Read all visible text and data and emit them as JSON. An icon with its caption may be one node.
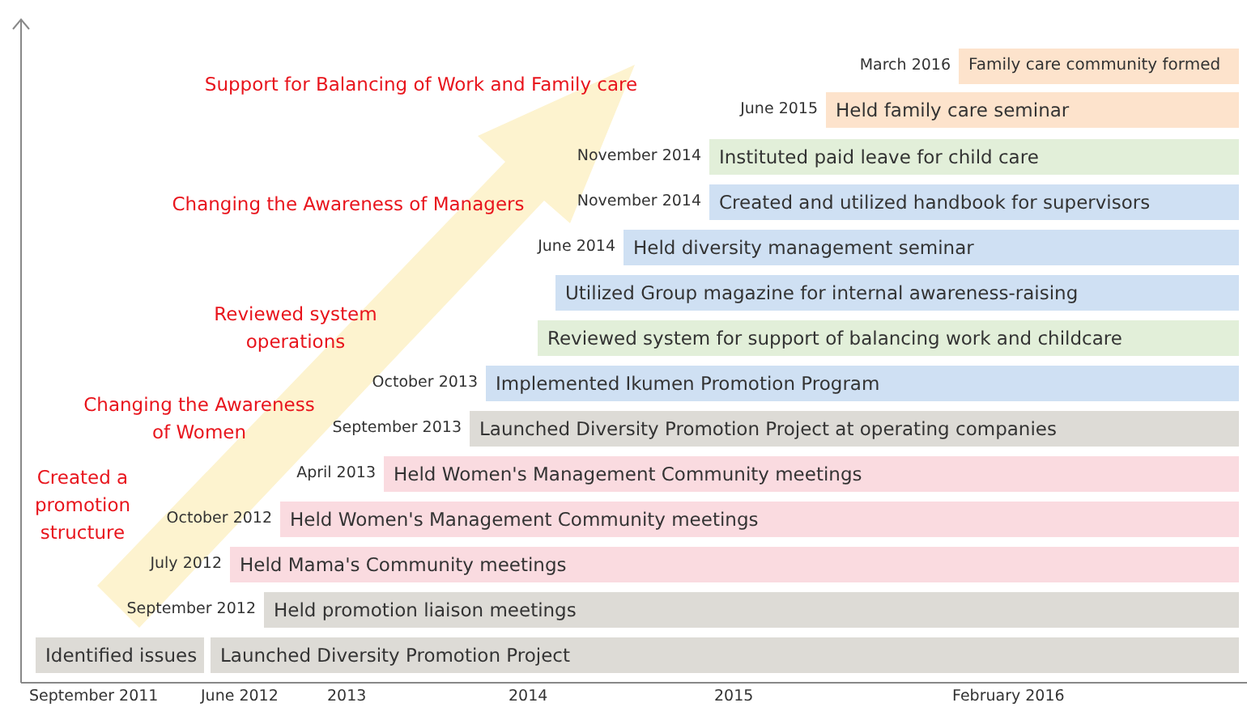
{
  "diagram": {
    "nodes": [
      {
        "text": [
          "Family care community formed"
        ],
        "beside": [
          "March 2016"
        ]
      },
      {
        "text": [
          "Held family care seminar"
        ],
        "beside": [
          "June 2015"
        ]
      },
      {
        "text": [
          "Instituted paid leave for child care"
        ],
        "beside": [
          "November 2014"
        ]
      },
      {
        "text": [
          "Created and utilized handbook for supervisors"
        ],
        "beside": [
          "November 2014"
        ]
      },
      {
        "text": [
          "Held diversity management seminar"
        ],
        "beside": [
          "June 2014"
        ]
      },
      {
        "text": [
          "Utilized Group magazine for internal awareness-raising"
        ]
      },
      {
        "text": [
          "Reviewed system for support of balancing work and childcare"
        ]
      },
      {
        "text": [
          "Implemented Ikumen Promotion Program"
        ],
        "beside": [
          "October 2013"
        ]
      },
      {
        "text": [
          "Launched Diversity Promotion Project at operating companies"
        ],
        "beside": [
          "September 2013"
        ]
      },
      {
        "text": [
          "Held Women's Management Community meetings"
        ],
        "beside": [
          "April 2013"
        ]
      },
      {
        "text": [
          "Held Women's Management Community meetings"
        ],
        "beside": [
          "October 2012"
        ]
      },
      {
        "text": [
          "Held Mama's Community meetings"
        ],
        "beside": [
          "July 2012"
        ]
      },
      {
        "text": [
          "Held promotion liaison meetings"
        ],
        "beside": [
          "September 2012"
        ]
      },
      {
        "text": [
          "Identified issues"
        ]
      },
      {
        "text": [
          "Launched Diversity Promotion Project"
        ]
      }
    ],
    "labels": [
      "Support for Balancing of Work and Family care",
      "Changing the Awareness of Managers",
      "Reviewed system operations",
      "Changing the Awareness of Women",
      "Created a promotion structure",
      "September 2011",
      "June 2012",
      "2013",
      "2014",
      "2015",
      "February 2016"
    ]
  }
}
